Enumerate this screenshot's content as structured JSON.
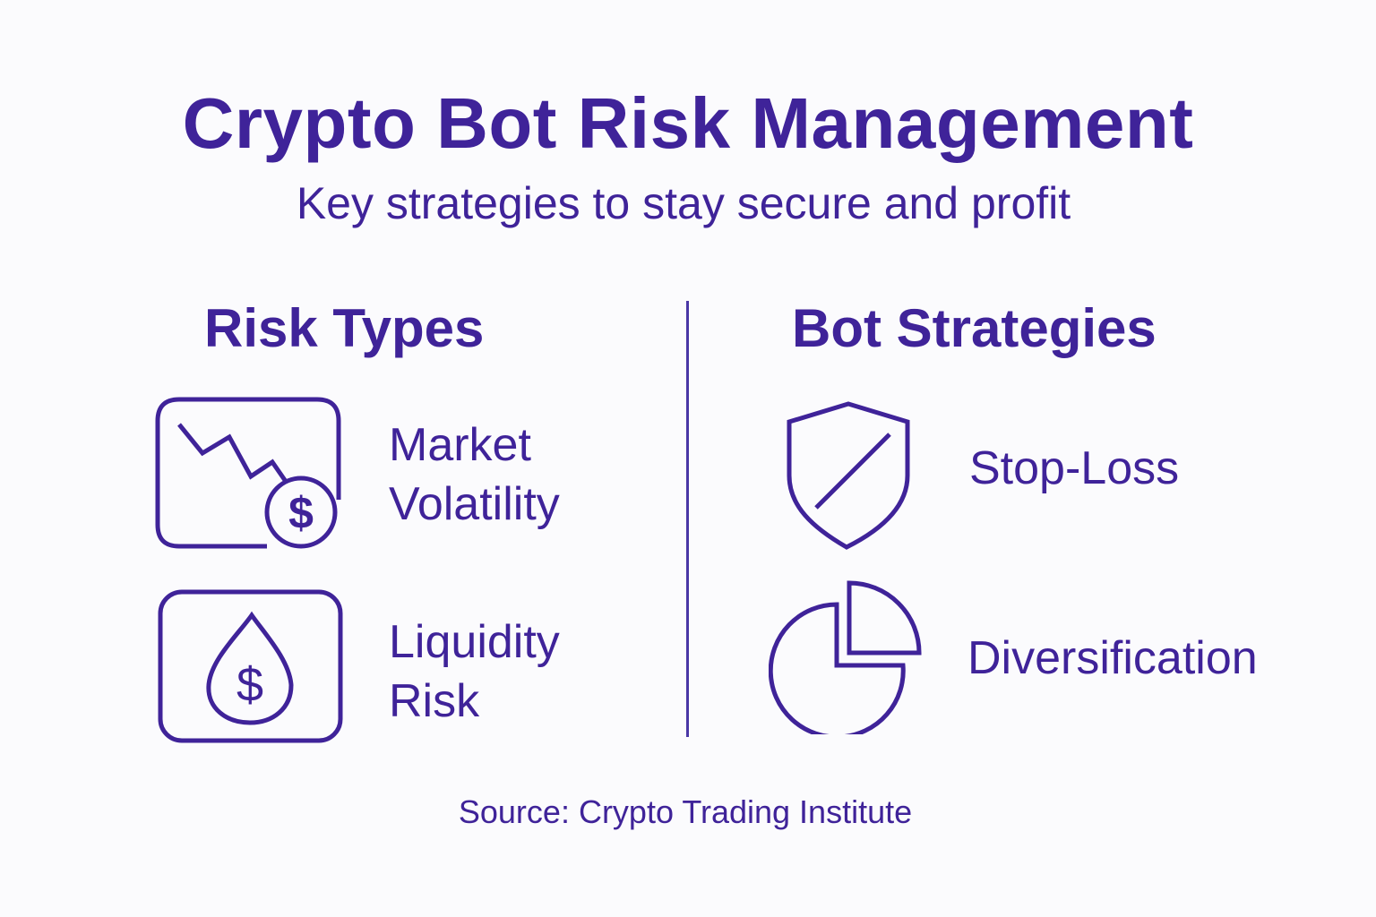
{
  "header": {
    "title": "Crypto Bot Risk Management",
    "subtitle": "Key strategies to stay secure and profit"
  },
  "sections": [
    {
      "heading": "Risk Types",
      "items": [
        {
          "label_line1": "Market",
          "label_line2": "Volatility",
          "icon": "chart-down-dollar-icon"
        },
        {
          "label_line1": "Liquidity",
          "label_line2": "Risk",
          "icon": "droplet-dollar-icon"
        }
      ]
    },
    {
      "heading": "Bot Strategies",
      "items": [
        {
          "label": "Stop-Loss",
          "icon": "shield-icon"
        },
        {
          "label": "Diversification",
          "icon": "pie-chart-icon"
        }
      ]
    }
  ],
  "footer": {
    "source": "Source: Crypto Trading Institute"
  },
  "colors": {
    "accent": "#3f2399",
    "background": "#fbfbfd"
  }
}
